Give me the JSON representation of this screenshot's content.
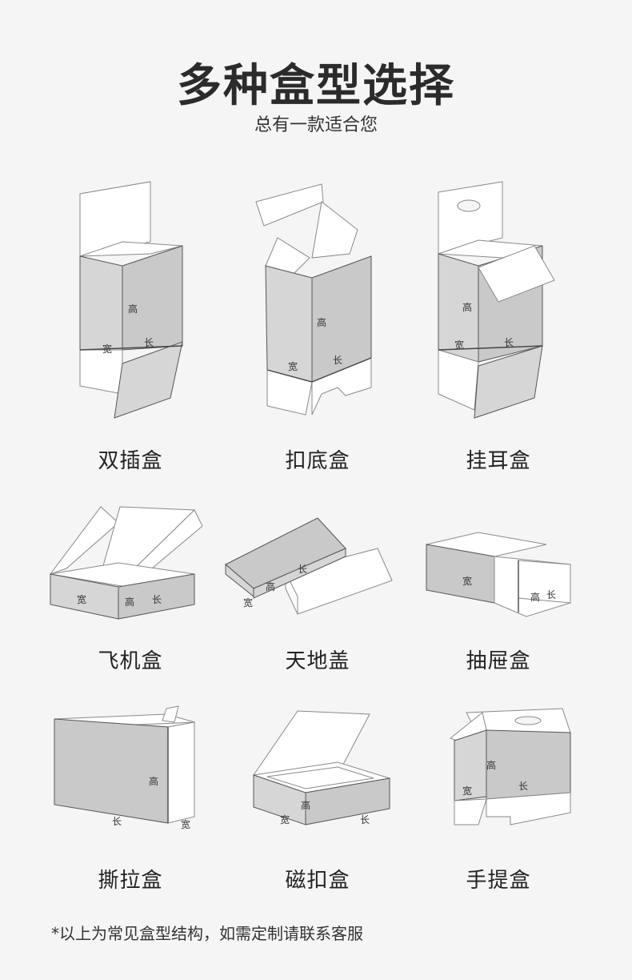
{
  "header": {
    "title": "多种盒型选择",
    "subtitle": "总有一款适合您"
  },
  "boxes": [
    {
      "label": "双插盒",
      "dims": {
        "h": "高",
        "w": "宽",
        "l": "长"
      }
    },
    {
      "label": "扣底盒",
      "dims": {
        "h": "高",
        "w": "宽",
        "l": "长"
      }
    },
    {
      "label": "挂耳盒",
      "dims": {
        "h": "高",
        "w": "宽",
        "l": "长"
      }
    },
    {
      "label": "飞机盒",
      "dims": {
        "h": "高",
        "w": "宽",
        "l": "长"
      }
    },
    {
      "label": "天地盖",
      "dims": {
        "h": "高",
        "w": "宽",
        "l": "长"
      }
    },
    {
      "label": "抽屉盒",
      "dims": {
        "h": "高",
        "w": "宽",
        "l": "长"
      }
    },
    {
      "label": "撕拉盒",
      "dims": {
        "h": "高",
        "w": "宽",
        "l": "长"
      }
    },
    {
      "label": "磁扣盒",
      "dims": {
        "h": "高",
        "w": "宽",
        "l": "长"
      }
    },
    {
      "label": "手提盒",
      "dims": {
        "h": "高",
        "w": "宽",
        "l": "长"
      }
    }
  ],
  "footnote": "*以上为常见盒型结构，如需定制请联系客服"
}
